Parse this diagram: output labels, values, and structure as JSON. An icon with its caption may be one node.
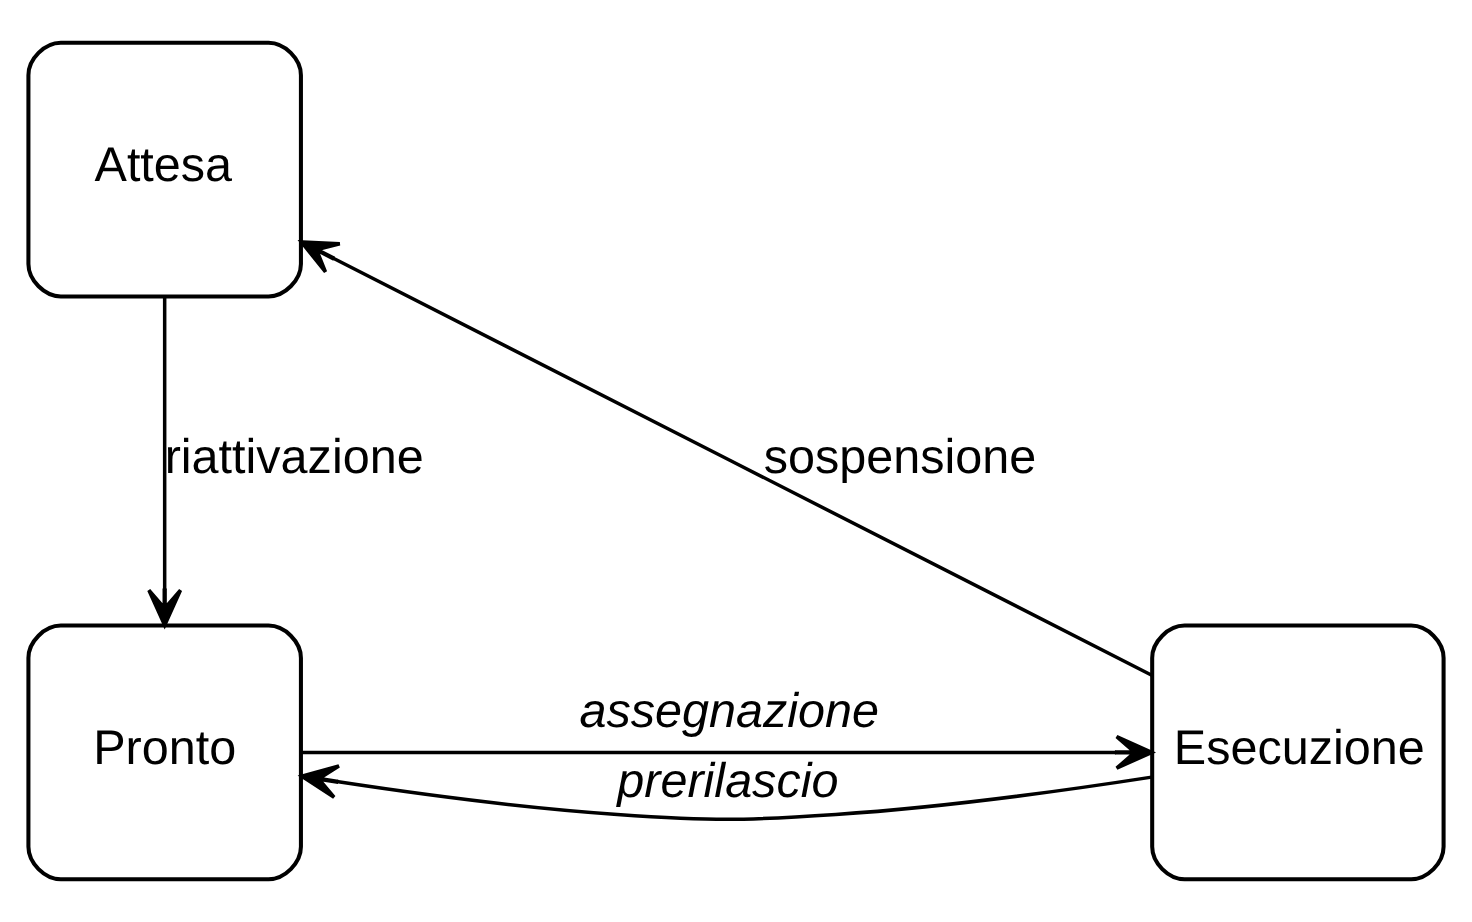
{
  "diagram": {
    "nodes": [
      {
        "text": [
          "Attesa"
        ]
      },
      {
        "text": [
          "Pronto"
        ]
      },
      {
        "text": [
          "Esecuzione"
        ]
      }
    ],
    "edges": [
      {
        "from": 0,
        "to": 1,
        "arrow": "to",
        "label": "riattivazione"
      },
      {
        "from": 2,
        "to": 0,
        "arrow": "to",
        "label": "sospensione"
      },
      {
        "from": 1,
        "to": 2,
        "arrow": "to",
        "label": "assegnazione"
      },
      {
        "from": 2,
        "to": 1,
        "arrow": "to",
        "label": "prerilascio"
      }
    ]
  }
}
